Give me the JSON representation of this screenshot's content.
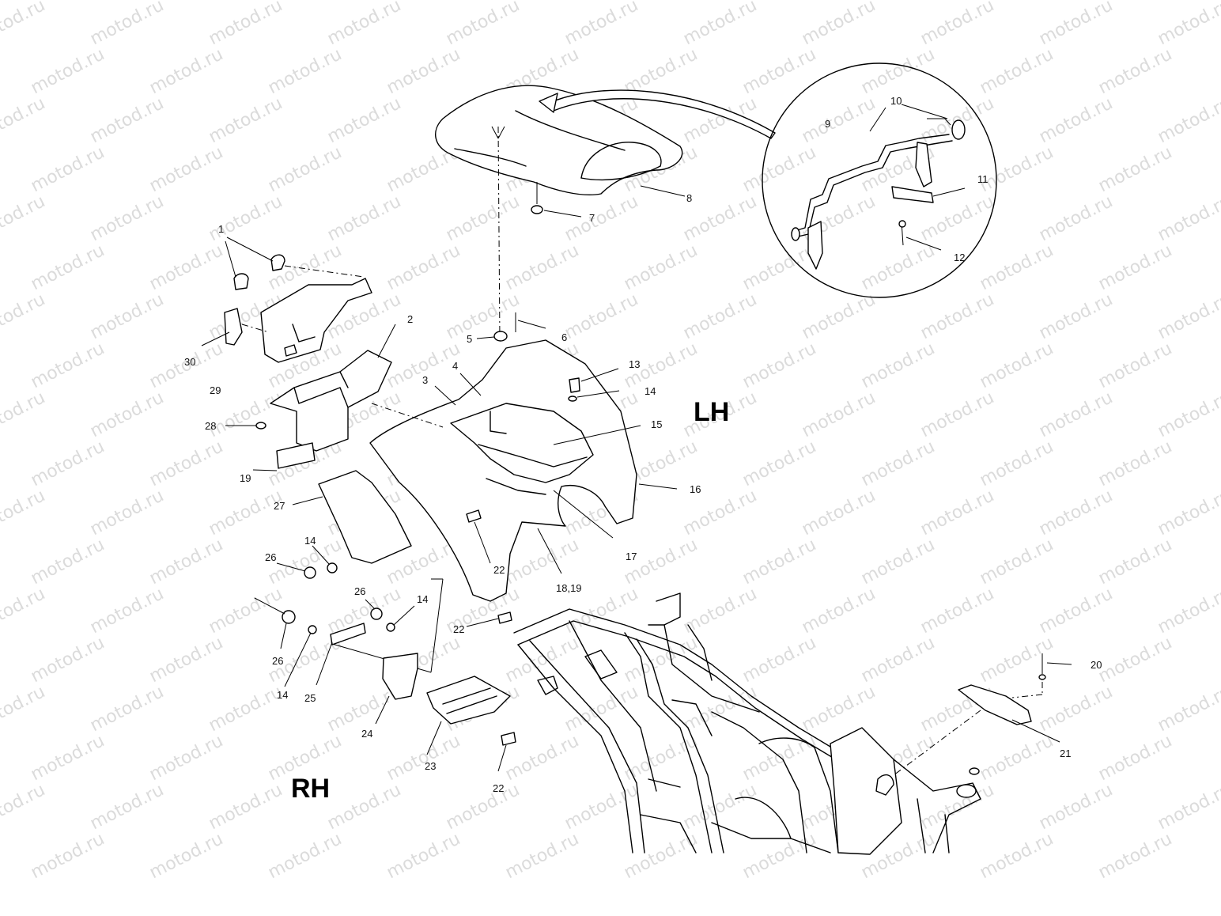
{
  "watermark": {
    "text": "motod.ru"
  },
  "side_labels": {
    "lh": "LH",
    "rh": "RH"
  },
  "parts": {
    "p1": "1",
    "p2": "2",
    "p3": "3",
    "p4": "4",
    "p5": "5",
    "p6": "6",
    "p7": "7",
    "p8": "8",
    "p9": "9",
    "p10": "10",
    "p11": "11",
    "p12": "12",
    "p13": "13",
    "p14_a": "14",
    "p14_b": "14",
    "p14_c": "14",
    "p14_d": "14",
    "p15": "15",
    "p16": "16",
    "p17": "17",
    "p18_19": "18,19",
    "p19": "19",
    "p20": "20",
    "p21": "21",
    "p22_a": "22",
    "p22_b": "22",
    "p22_c": "22",
    "p23": "23",
    "p24": "24",
    "p25": "25",
    "p26_a": "26",
    "p26_b": "26",
    "p26_c": "26",
    "p27": "27",
    "p28": "28",
    "p29": "29",
    "p30": "30"
  },
  "colors": {
    "ink": "#000000",
    "watermark": "#cfcfcf",
    "background": "#ffffff"
  }
}
